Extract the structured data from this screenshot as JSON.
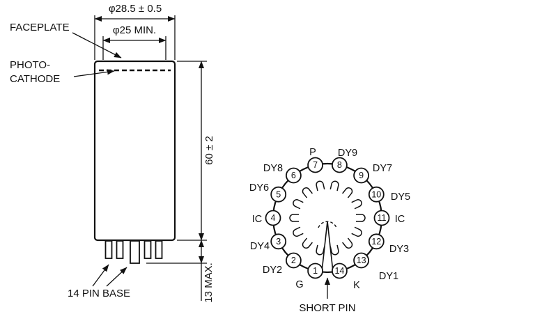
{
  "colors": {
    "tube_fill": "#cce4f3",
    "ink": "#111111",
    "background": "#ffffff"
  },
  "outline_drawing": {
    "labels": {
      "faceplate": "FACEPLATE",
      "photocathode_line1": "PHOTO-",
      "photocathode_line2": "CATHODE",
      "base": "14 PIN BASE"
    },
    "dimensions": {
      "bulb_diameter": "φ28.5 ± 0.5",
      "effective_area_min": "φ25 MIN.",
      "body_length": "60 ± 2",
      "pin_length_max": "13 MAX."
    }
  },
  "basing_diagram": {
    "short_pin_label": "SHORT PIN",
    "pins": [
      {
        "number": "1",
        "label": "G"
      },
      {
        "number": "2",
        "label": "DY2"
      },
      {
        "number": "3",
        "label": "DY4"
      },
      {
        "number": "4",
        "label": "IC"
      },
      {
        "number": "5",
        "label": "DY6"
      },
      {
        "number": "6",
        "label": "DY8"
      },
      {
        "number": "7",
        "label": "P"
      },
      {
        "number": "8",
        "label": "DY9"
      },
      {
        "number": "9",
        "label": "DY7"
      },
      {
        "number": "10",
        "label": "DY5"
      },
      {
        "number": "11",
        "label": "IC"
      },
      {
        "number": "12",
        "label": "DY3"
      },
      {
        "number": "13",
        "label": "DY1"
      },
      {
        "number": "14",
        "label": "K"
      }
    ]
  }
}
